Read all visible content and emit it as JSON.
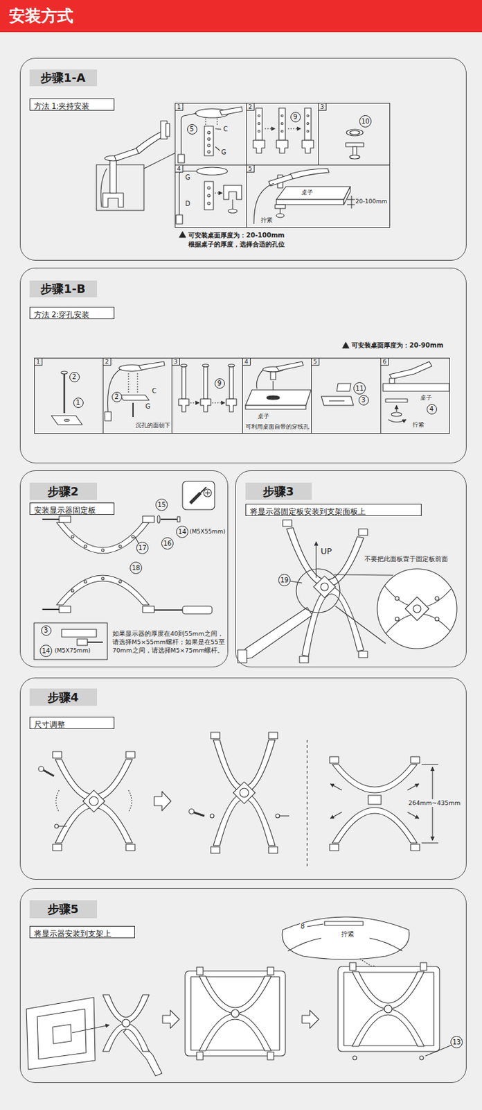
{
  "diagram": {
    "title": "安装方式",
    "nodes": [
      {
        "text": [
          "步骤1-A"
        ]
      },
      {
        "text": [
          "方法 1:夹持安装"
        ],
        "in": 0
      },
      {
        "text": [
          "1"
        ],
        "in": 0
      },
      {
        "text": [
          "5"
        ],
        "in": 2
      },
      {
        "text": [
          "2"
        ],
        "in": 0
      },
      {
        "text": [
          "9"
        ],
        "in": 4
      },
      {
        "text": [
          "3"
        ],
        "in": 0
      },
      {
        "text": [
          "10"
        ],
        "in": 6
      },
      {
        "text": [
          "4"
        ],
        "in": 0
      },
      {
        "text": [
          "5"
        ],
        "in": 0
      },
      {
        "text": [
          "步骤1-B"
        ]
      },
      {
        "text": [
          "方法 2:穿孔安装"
        ],
        "in": 10
      },
      {
        "text": [
          "1"
        ],
        "in": 10
      },
      {
        "text": [
          "2"
        ],
        "in": 12
      },
      {
        "text": [
          "1"
        ],
        "in": 12
      },
      {
        "text": [
          "2"
        ],
        "in": 10
      },
      {
        "text": [
          "2"
        ],
        "in": 15
      },
      {
        "text": [
          "3"
        ],
        "in": 10
      },
      {
        "text": [
          "9"
        ],
        "in": 17
      },
      {
        "text": [
          "4"
        ],
        "in": 10
      },
      {
        "text": [
          "5"
        ],
        "in": 10
      },
      {
        "text": [
          "11"
        ],
        "in": 20
      },
      {
        "text": [
          "3"
        ],
        "in": 20
      },
      {
        "text": [
          "6"
        ],
        "in": 10
      },
      {
        "text": [
          "4"
        ],
        "in": 23
      },
      {
        "text": [
          "步骤2"
        ]
      },
      {
        "text": [
          "安装显示器固定板"
        ],
        "in": 25
      },
      {
        "text": [
          "15"
        ],
        "in": 25
      },
      {
        "text": [
          "16"
        ],
        "in": 25
      },
      {
        "text": [
          "14"
        ],
        "in": 25
      },
      {
        "text": [
          "17"
        ],
        "in": 25
      },
      {
        "text": [
          "18"
        ],
        "in": 25
      },
      {
        "text": [
          "3"
        ],
        "in": 25
      },
      {
        "text": [
          "14"
        ],
        "in": 25
      },
      {
        "text": [
          "步骤3"
        ]
      },
      {
        "text": [
          "将显示器固定板安装到支架面板上"
        ],
        "in": 34
      },
      {
        "text": [
          "19"
        ],
        "in": 34
      },
      {
        "text": [
          "步骤4"
        ]
      },
      {
        "text": [
          "尺寸调整"
        ],
        "in": 37
      },
      {
        "text": [
          "步骤5"
        ]
      },
      {
        "text": [
          "将显示器安装到支架上"
        ],
        "in": 39
      },
      {
        "text": [
          "13"
        ],
        "in": 39
      }
    ],
    "labels": [
      "C",
      "G",
      "G",
      "D",
      "桌子",
      "20-100mm",
      "拧紧",
      "可安装桌面厚度为：20-100mm 根据桌子的厚度，选择合适的孔位",
      "可安装桌面厚度为：20-90mm",
      "C",
      "G",
      "沉孔的面朝下",
      "桌子",
      "可利用桌面自带的穿线孔",
      "桌子",
      "拧紧",
      "(M5X55mm)",
      "(M5X75mm)",
      "如果显示器的厚度在40到55mm之间，请选择M5×55mm螺杆；如果是在55至70mm之间，请选择M5×75mm螺杆。",
      "UP",
      "不要把此面板置于固定板前面",
      "264mm~435mm",
      "8",
      "拧紧"
    ]
  }
}
